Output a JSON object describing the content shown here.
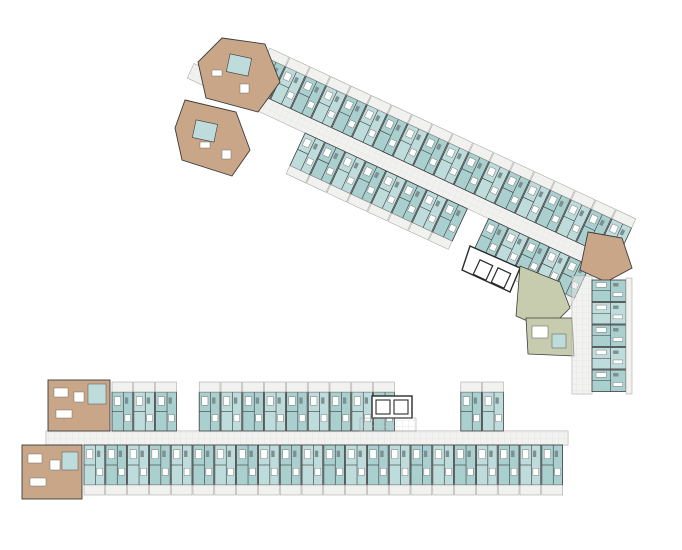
{
  "colors": {
    "background": "#ffffff",
    "corridor": "#e6e6e3",
    "balcony": "#f1f1ef",
    "unit_fill": "#bfdcdc",
    "unit_fill_alt": "#a9cfcf",
    "large_unit_fill": "#c9a688",
    "common_fill": "#c7ccae",
    "lobby_fill": "#9fc9b5",
    "wall": "#3c3c3c",
    "furniture": "#ffffff",
    "core": "#2a2a2a"
  },
  "wings": [
    {
      "id": "upper-angled-wing",
      "unit_rows": 2
    },
    {
      "id": "east-vertical-wing",
      "unit_rows": 1
    },
    {
      "id": "lower-straight-wing",
      "unit_rows": 2
    }
  ]
}
